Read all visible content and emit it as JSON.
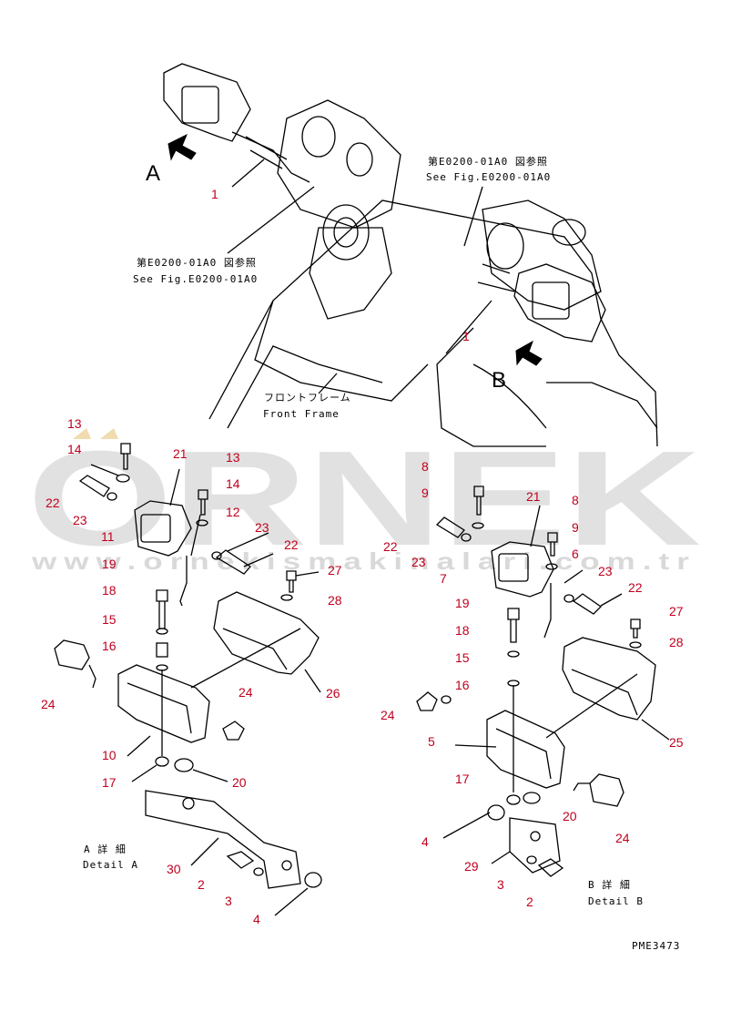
{
  "watermark": {
    "brand": "ORNEK",
    "site": "www.ornekismakinalari.com.tr"
  },
  "view_labels": {
    "A": "A",
    "B": "B"
  },
  "notes": {
    "see_fig_jp": "第E0200-01A0 図参照",
    "see_fig_en": "See Fig.E0200-01A0",
    "front_frame_jp": "フロントフレーム",
    "front_frame_en": "Front Frame",
    "detail_a_jp": "A  詳 細",
    "detail_a_en": "Detail A",
    "detail_b_jp": "B  詳 細",
    "detail_b_en": "Detail B",
    "drawing_no": "PME3473"
  },
  "callouts": {
    "top": [
      "1",
      "1"
    ],
    "detail_a": [
      "13",
      "14",
      "22",
      "23",
      "11",
      "21",
      "13",
      "14",
      "12",
      "23",
      "22",
      "19",
      "18",
      "15",
      "16",
      "27",
      "28",
      "24",
      "26",
      "10",
      "24",
      "17",
      "20",
      "30",
      "2",
      "3",
      "4"
    ],
    "detail_b": [
      "8",
      "9",
      "22",
      "23",
      "7",
      "21",
      "8",
      "9",
      "6",
      "23",
      "22",
      "27",
      "28",
      "19",
      "18",
      "15",
      "16",
      "24",
      "5",
      "25",
      "17",
      "20",
      "24",
      "4",
      "29",
      "3",
      "2"
    ]
  },
  "colors": {
    "callout": "#c0001e",
    "line": "#000000",
    "watermark": "#c9c9c9",
    "accent_mark": "#f0dcae"
  },
  "icons": [
    "arrow-a-icon",
    "arrow-b-icon"
  ]
}
